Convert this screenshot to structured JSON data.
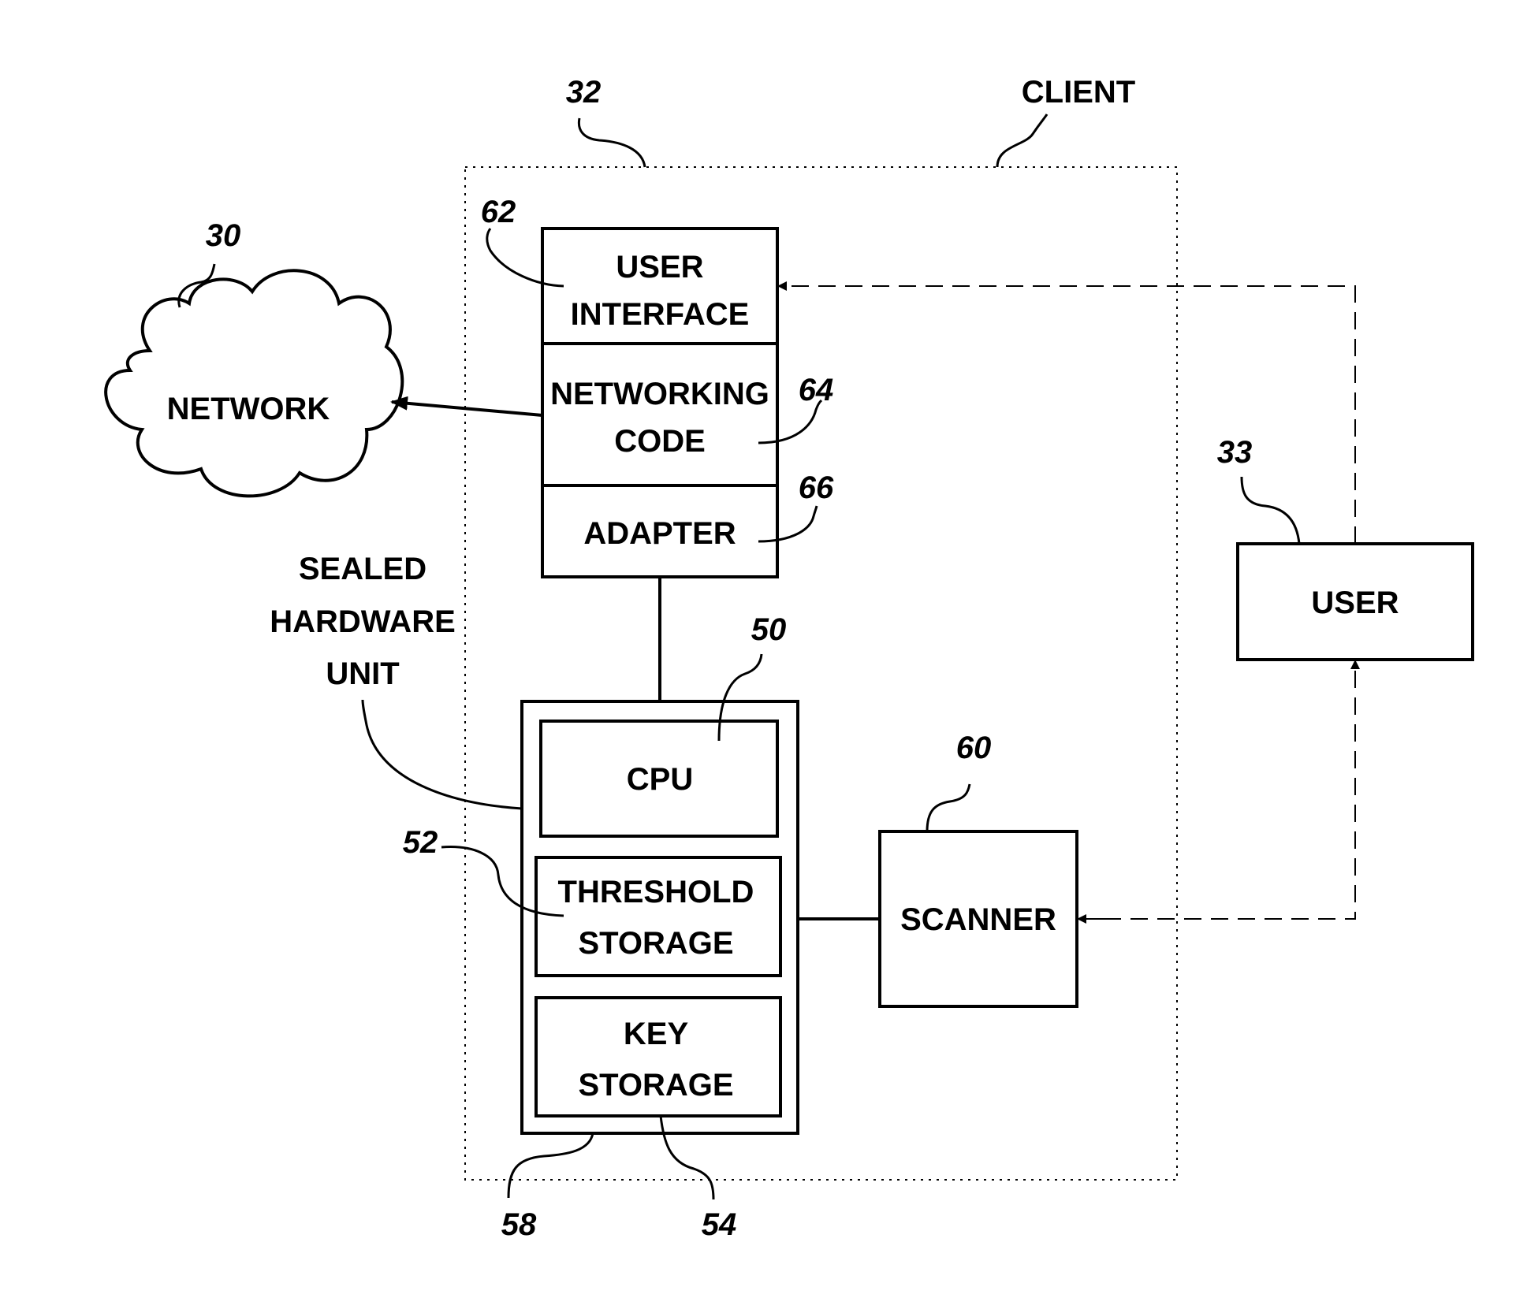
{
  "labels": {
    "client": "CLIENT",
    "network": "NETWORK",
    "user_interface_line1": "USER",
    "user_interface_line2": "INTERFACE",
    "networking_code_line1": "NETWORKING",
    "networking_code_line2": "CODE",
    "adapter": "ADAPTER",
    "sealed_line1": "SEALED",
    "sealed_line2": "HARDWARE",
    "sealed_line3": "UNIT",
    "cpu": "CPU",
    "threshold_line1": "THRESHOLD",
    "threshold_line2": "STORAGE",
    "key_line1": "KEY",
    "key_line2": "STORAGE",
    "scanner": "SCANNER",
    "user": "USER"
  },
  "refs": {
    "client_box": "32",
    "network": "30",
    "user_interface": "62",
    "networking_code": "64",
    "adapter": "66",
    "cpu": "50",
    "threshold_storage": "52",
    "key_storage": "54",
    "sealed_unit": "58",
    "scanner": "60",
    "user": "33"
  }
}
